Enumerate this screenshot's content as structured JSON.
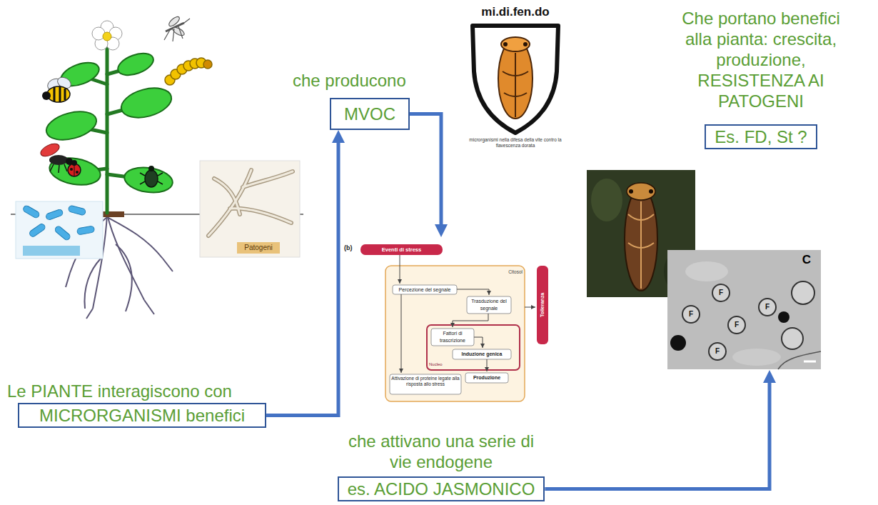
{
  "diagram": {
    "nodes": [
      {
        "text": [
          "Le PIANTE interagiscono con",
          "MICRORGANISMI benefici"
        ]
      },
      {
        "text": [
          "che producono",
          "MVOC"
        ]
      },
      {
        "text": [
          "che attivano una serie di vie endogene",
          "es. ACIDO JASMONICO"
        ]
      },
      {
        "text": [
          "Che portano benefici alla pianta: crescita, produzione, RESISTENZA AI PATOGENI",
          "Es. FD, St ?"
        ]
      }
    ],
    "edges": [
      {
        "from": 0,
        "to": 1,
        "arrow": "to"
      },
      {
        "from": 1,
        "to": 2,
        "arrow": "to"
      },
      {
        "from": 2,
        "to": 3,
        "arrow": "to"
      }
    ],
    "labels": [
      "mi.di.fen.do",
      "microrganismi nella difesa della vite contro la flavescenza dorata",
      "Patogeni",
      "(b)",
      "Eventi di stress",
      "Citosol",
      "Percezione del segnale",
      "Trasduzione del segnale",
      "Fattori di trascrizione",
      "Induzione genica",
      "Produzione",
      "Nucleo",
      "Attivazione di proteine legate alla risposta allo stress",
      "Tolleranza",
      "C",
      "F",
      "F",
      "F",
      "F",
      "F"
    ]
  }
}
